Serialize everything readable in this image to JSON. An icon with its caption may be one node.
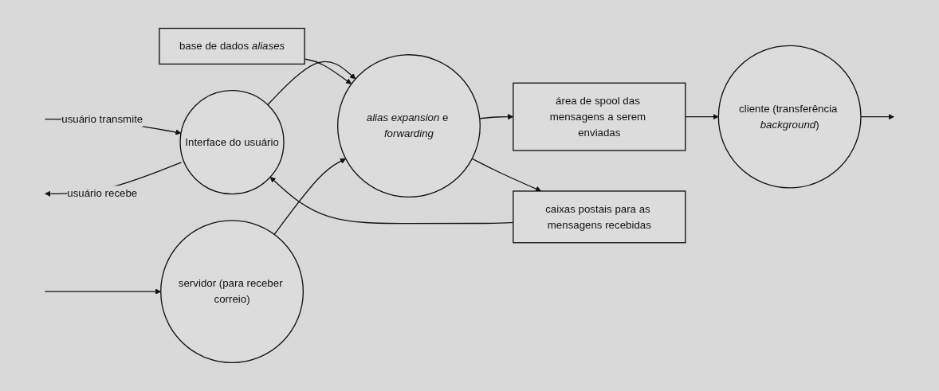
{
  "diagram": {
    "nodes": [
      {
        "text": [
          "Interface do usuário"
        ]
      },
      {
        "text": [
          "base de dados *aliases*"
        ]
      },
      {
        "text": [
          "*alias expansion* e *forwarding*"
        ]
      },
      {
        "text": [
          "área de spool das mensagens a serem enviadas"
        ]
      },
      {
        "text": [
          "cliente (transferência *background*)"
        ]
      },
      {
        "text": [
          "caixas postais para as mensagens recebidas"
        ]
      },
      {
        "text": [
          "servidor (para receber correio)"
        ]
      }
    ],
    "edges": [
      {
        "from": null,
        "to": 0,
        "arrow": "to",
        "label": "usuário transmite"
      },
      {
        "from": 0,
        "to": 2,
        "arrow": "to"
      },
      {
        "from": 1,
        "to": 2,
        "arrow": "to"
      },
      {
        "from": 2,
        "to": 3,
        "arrow": "to"
      },
      {
        "from": 3,
        "to": 4,
        "arrow": "to"
      },
      {
        "from": 4,
        "to": null,
        "arrow": "to"
      },
      {
        "from": 2,
        "to": 5,
        "arrow": "to"
      },
      {
        "from": 5,
        "to": 0,
        "arrow": "to"
      },
      {
        "from": 6,
        "to": 2,
        "arrow": "to"
      },
      {
        "from": 0,
        "to": null,
        "arrow": "to",
        "label": "usuário recebe"
      },
      {
        "from": null,
        "to": 6,
        "arrow": "to"
      }
    ]
  }
}
